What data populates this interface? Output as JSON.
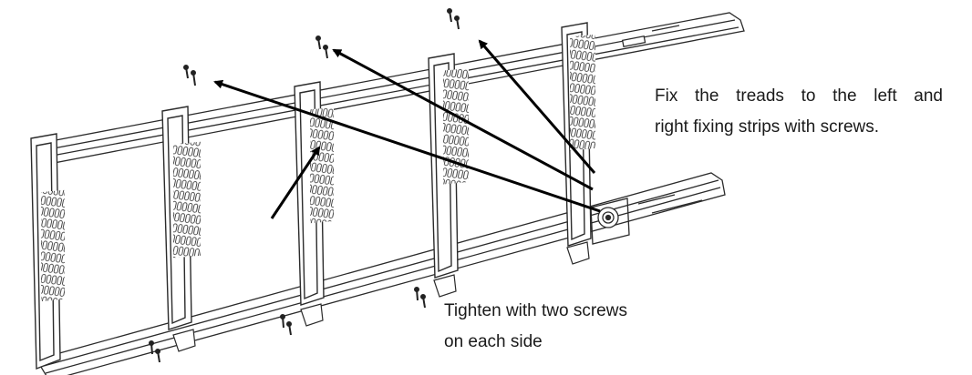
{
  "instructions": {
    "treads_line1": "Fix the treads to the left and",
    "treads_line2": "right fixing strips with screws.",
    "screws_line1": "Tighten with two screws",
    "screws_line2": "on each side"
  },
  "colors": {
    "line": "#2b2b2b",
    "arrow": "#000000",
    "fill": "#ffffff",
    "text": "#1a1a1a"
  },
  "icons": [
    "screw-icon",
    "arrow-icon",
    "tread-panel",
    "fixing-strip"
  ]
}
